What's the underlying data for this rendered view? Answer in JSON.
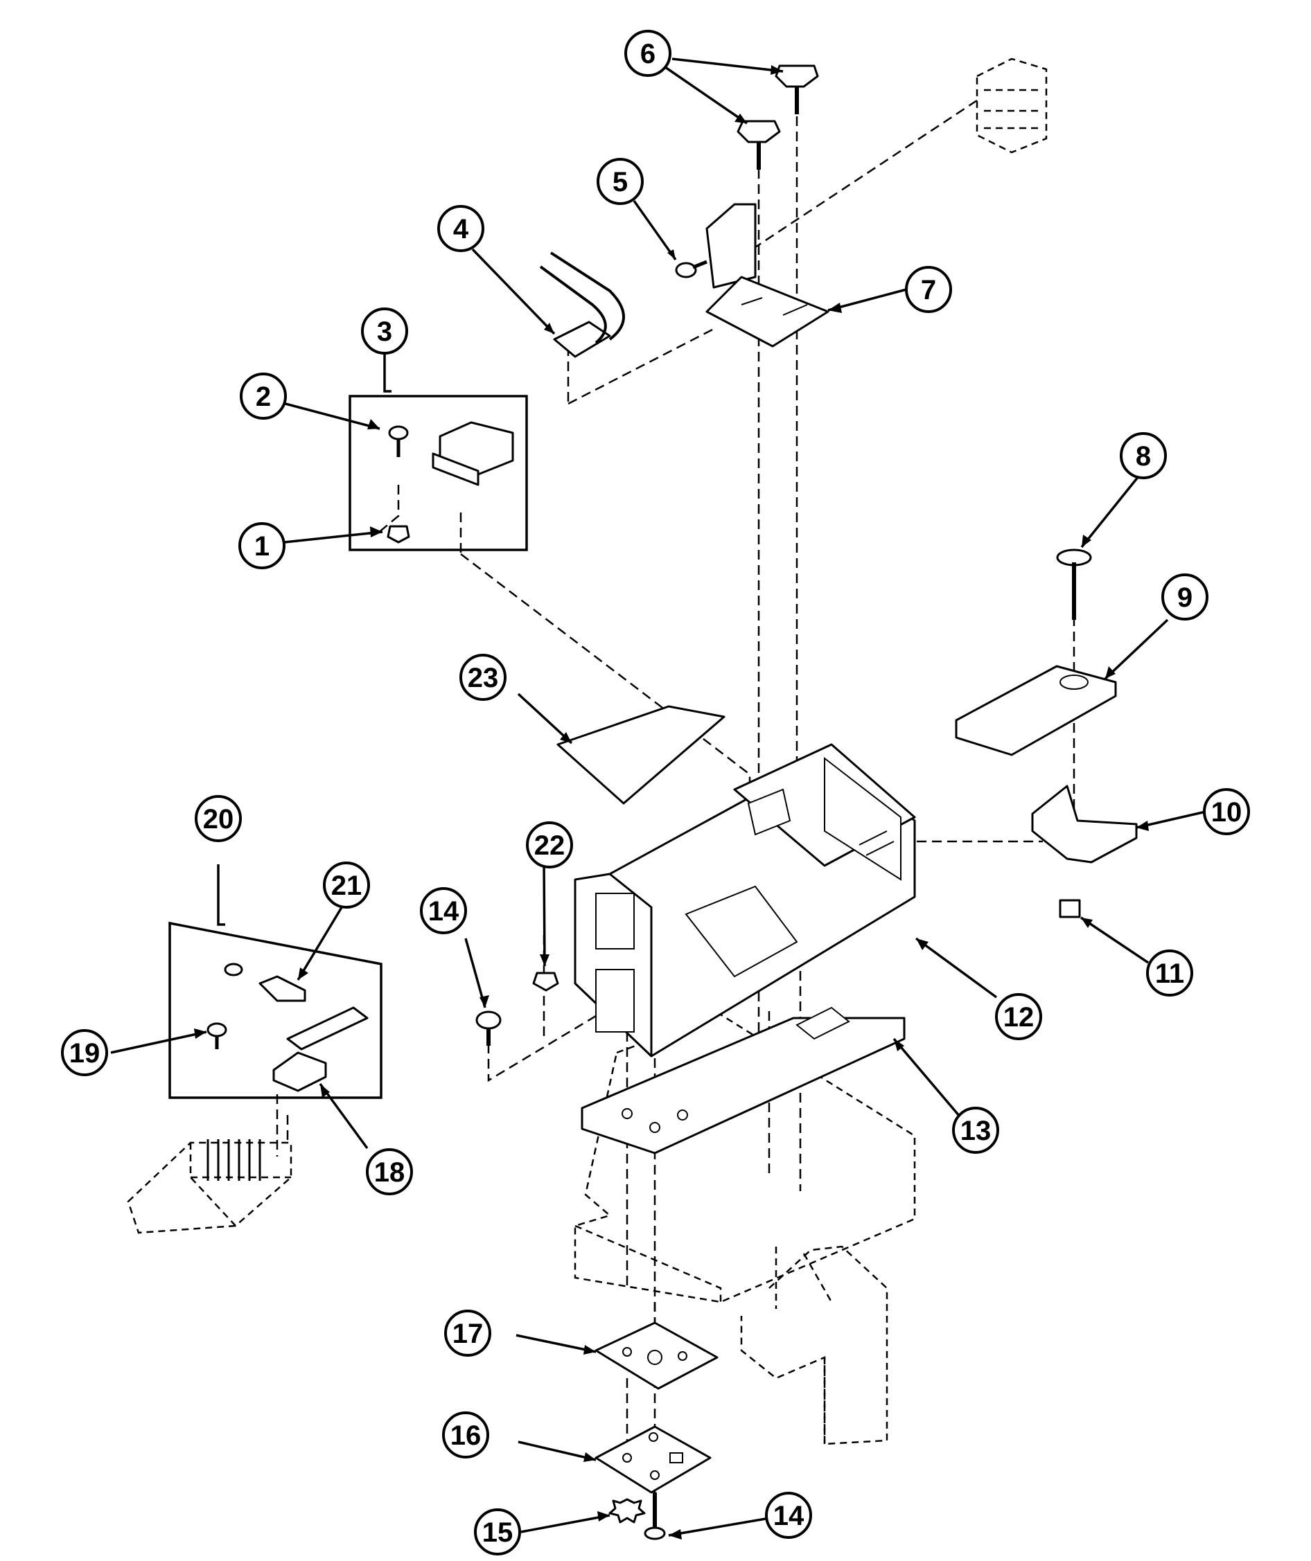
{
  "callouts": [
    {
      "id": "c1",
      "label": "1"
    },
    {
      "id": "c2",
      "label": "2"
    },
    {
      "id": "c3",
      "label": "3"
    },
    {
      "id": "c4",
      "label": "4"
    },
    {
      "id": "c5",
      "label": "5"
    },
    {
      "id": "c6",
      "label": "6"
    },
    {
      "id": "c7",
      "label": "7"
    },
    {
      "id": "c8",
      "label": "8"
    },
    {
      "id": "c9",
      "label": "9"
    },
    {
      "id": "c10",
      "label": "10"
    },
    {
      "id": "c11",
      "label": "11"
    },
    {
      "id": "c12",
      "label": "12"
    },
    {
      "id": "c13",
      "label": "13"
    },
    {
      "id": "c14a",
      "label": "14"
    },
    {
      "id": "c14b",
      "label": "14"
    },
    {
      "id": "c15",
      "label": "15"
    },
    {
      "id": "c16",
      "label": "16"
    },
    {
      "id": "c17",
      "label": "17"
    },
    {
      "id": "c18",
      "label": "18"
    },
    {
      "id": "c19",
      "label": "19"
    },
    {
      "id": "c20",
      "label": "20"
    },
    {
      "id": "c21",
      "label": "21"
    },
    {
      "id": "c22",
      "label": "22"
    },
    {
      "id": "c23",
      "label": "23"
    }
  ]
}
